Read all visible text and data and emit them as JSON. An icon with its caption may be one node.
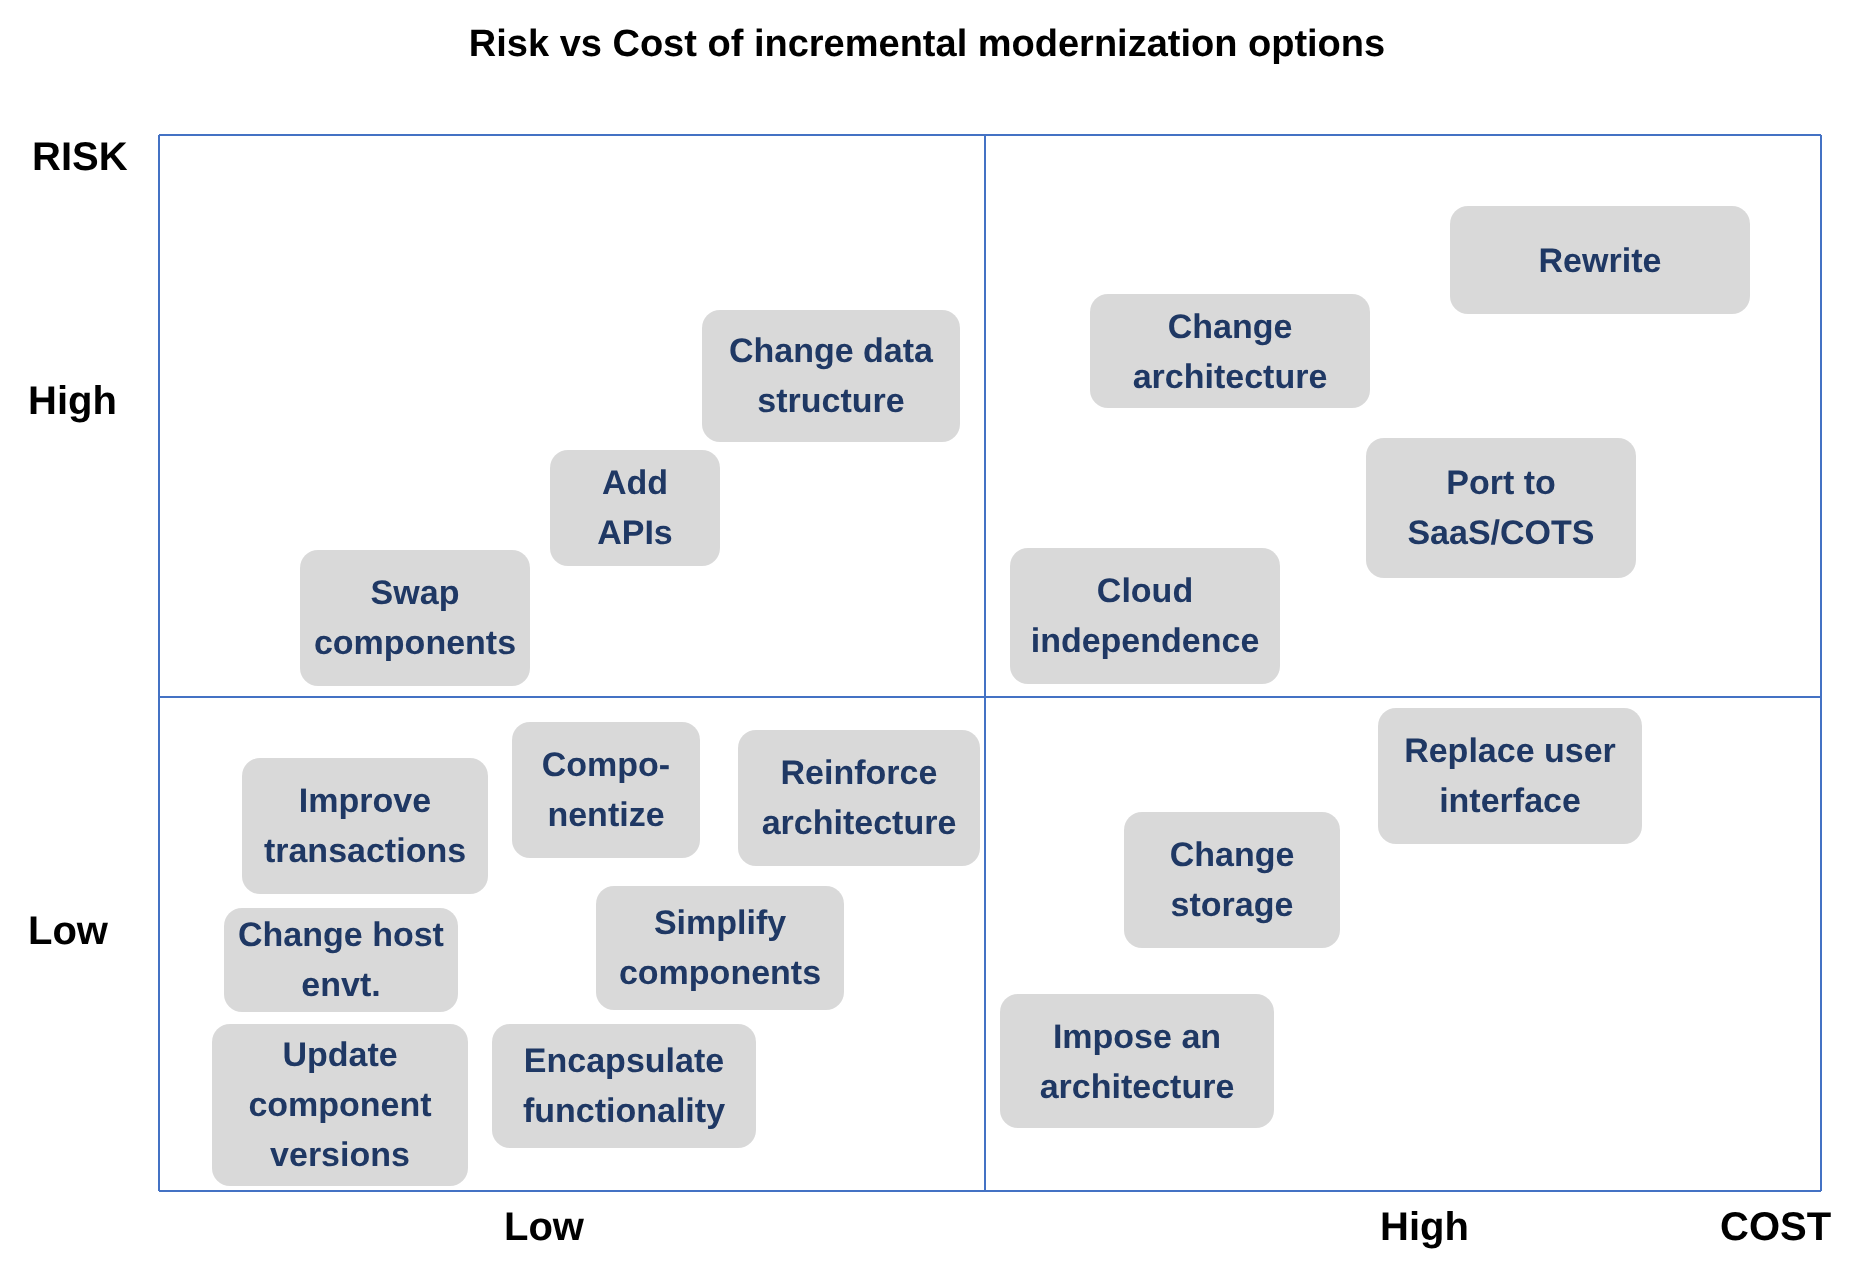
{
  "diagram": {
    "title": "Risk vs Cost of incremental modernization options",
    "nodes": [
      {
        "text": [
          "Rewrite"
        ]
      },
      {
        "text": [
          "Change architecture"
        ]
      },
      {
        "text": [
          "Change data structure"
        ]
      },
      {
        "text": [
          "Port to SaaS/COTS"
        ]
      },
      {
        "text": [
          "Add APIs"
        ]
      },
      {
        "text": [
          "Swap components"
        ]
      },
      {
        "text": [
          "Cloud independence"
        ]
      },
      {
        "text": [
          "Replace user interface"
        ]
      },
      {
        "text": [
          "Compo- nentize"
        ]
      },
      {
        "text": [
          "Reinforce architecture"
        ]
      },
      {
        "text": [
          "Improve transactions"
        ]
      },
      {
        "text": [
          "Change storage"
        ]
      },
      {
        "text": [
          "Simplify components"
        ]
      },
      {
        "text": [
          "Change host envt."
        ]
      },
      {
        "text": [
          "Impose an architecture"
        ]
      },
      {
        "text": [
          "Update component versions"
        ]
      },
      {
        "text": [
          "Encapsulate functionality"
        ]
      }
    ],
    "edges": [],
    "labels": [
      "RISK",
      "High",
      "Low",
      "Low",
      "High",
      "COST"
    ]
  }
}
